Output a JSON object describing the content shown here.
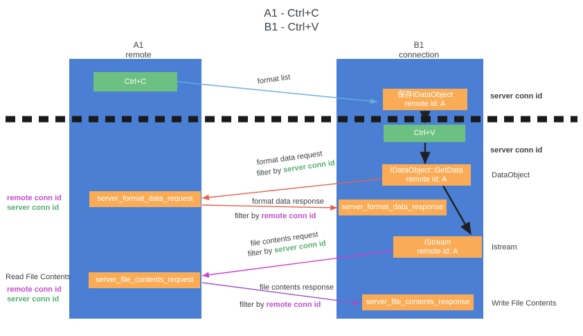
{
  "title": {
    "line1": "A1 - Ctrl+C",
    "line2": "B1 - Ctrl+V"
  },
  "columns": [
    {
      "name": "A1",
      "sub": "remote"
    },
    {
      "name": "B1",
      "sub": "connection"
    }
  ],
  "colors": {
    "lane": "#4a7fd4",
    "green_box": "#6cc081",
    "orange_box": "#f9ab55",
    "server_conn_id": "#55b06e",
    "remote_conn_id": "#c24ec8",
    "arrow_blue": "#6aa9e0",
    "arrow_red": "#e8614d",
    "arrow_magenta": "#cf3fd0",
    "arrow_purple": "#9b51c9",
    "arrow_black": "#202124",
    "divider": "#1a1a1a"
  },
  "nodes": [
    {
      "id": "ctrl_c",
      "label": "Ctrl+C",
      "lane": "A1",
      "style": "green"
    },
    {
      "id": "save_idataobject",
      "label_line1": "保存IDataObject",
      "label_line2": "remote id: A",
      "lane": "B1",
      "style": "orange"
    },
    {
      "id": "ctrl_v",
      "label": "Ctrl+V",
      "lane": "B1",
      "style": "green"
    },
    {
      "id": "getdata",
      "label_line1": "IDataObject::GetData",
      "label_line2": "remote id: A",
      "lane": "B1",
      "style": "orange"
    },
    {
      "id": "server_format_data_request",
      "label": "server_format_data_request",
      "lane": "A1",
      "style": "orange"
    },
    {
      "id": "server_format_data_response",
      "label": "server_format_data_response",
      "lane": "B1",
      "style": "orange"
    },
    {
      "id": "istream",
      "label_line1": "IStream",
      "label_line2": "remote id: A",
      "lane": "B1",
      "style": "orange"
    },
    {
      "id": "server_file_contents_request",
      "label": "server_file_contents_request",
      "lane": "A1",
      "style": "orange"
    },
    {
      "id": "server_file_contents_response",
      "label": "server_file_contents_response",
      "lane": "B1",
      "style": "orange"
    }
  ],
  "edge_labels": {
    "format_list": "format list",
    "format_data_request": "format data request",
    "format_data_response": "format data response",
    "file_contents_request": "file contents request",
    "file_contents_response": "file contents response",
    "filter_by": "filter by",
    "server_conn_id": "server conn id",
    "remote_conn_id": "remote conn id"
  },
  "right_labels": {
    "server_conn_id_top": "server conn id",
    "server_conn_id_mid": "server conn id",
    "dataobject": "DataObject",
    "istream": "Istream",
    "write_file_contents": "Write File Contents"
  },
  "left_labels": {
    "remote_conn_id_1": "remote conn id",
    "server_conn_id_1": "server conn id",
    "read_file_contents": "Read File Contents",
    "remote_conn_id_2": "remote conn id",
    "server_conn_id_2": "server conn id"
  }
}
